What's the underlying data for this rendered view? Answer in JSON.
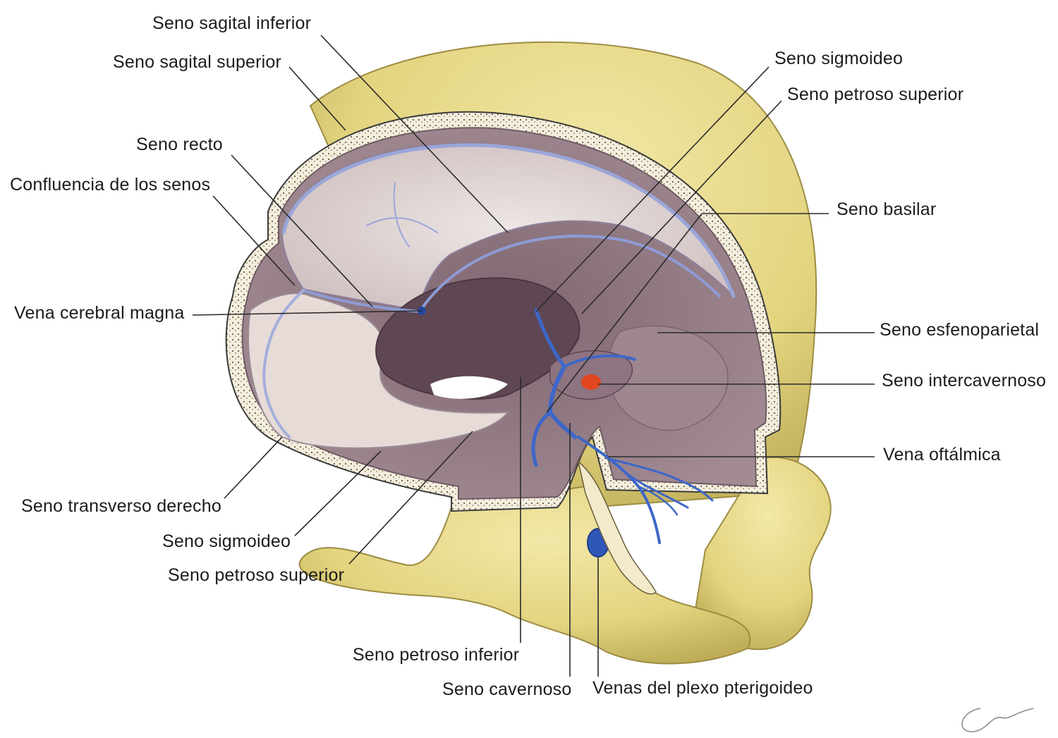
{
  "labels": [
    {
      "id": "seno-sagital-inferior",
      "text": "Seno sagital inferior"
    },
    {
      "id": "seno-sagital-superior",
      "text": "Seno sagital superior"
    },
    {
      "id": "seno-recto",
      "text": "Seno recto"
    },
    {
      "id": "confluencia-de-los-senos",
      "text": "Confluencia de los senos"
    },
    {
      "id": "vena-cerebral-magna",
      "text": "Vena cerebral magna"
    },
    {
      "id": "seno-transverso-derecho",
      "text": "Seno transverso derecho"
    },
    {
      "id": "seno-sigmoideo-left",
      "text": "Seno sigmoideo"
    },
    {
      "id": "seno-petroso-superior-left",
      "text": "Seno petroso superior"
    },
    {
      "id": "seno-petroso-inferior",
      "text": "Seno petroso inferior"
    },
    {
      "id": "seno-cavernoso",
      "text": "Seno cavernoso"
    },
    {
      "id": "venas-del-plexo-pterigoideo",
      "text": "Venas del plexo pterigoideo"
    },
    {
      "id": "seno-sigmoideo-right",
      "text": "Seno sigmoideo"
    },
    {
      "id": "seno-petroso-superior-right",
      "text": "Seno petroso superior"
    },
    {
      "id": "seno-basilar",
      "text": "Seno basilar"
    },
    {
      "id": "seno-esfenoparietal",
      "text": "Seno esfenoparietal"
    },
    {
      "id": "seno-intercavernoso",
      "text": "Seno intercavernoso"
    },
    {
      "id": "vena-oftalmica",
      "text": "Vena oftálmica"
    }
  ],
  "colors": {
    "bone": "#e6d98a",
    "bone_shadow": "#b9a956",
    "dura": "#a48c94",
    "dura_light": "#e4dad6",
    "vein": "#3d67c9",
    "leader": "#2a2a2a"
  }
}
